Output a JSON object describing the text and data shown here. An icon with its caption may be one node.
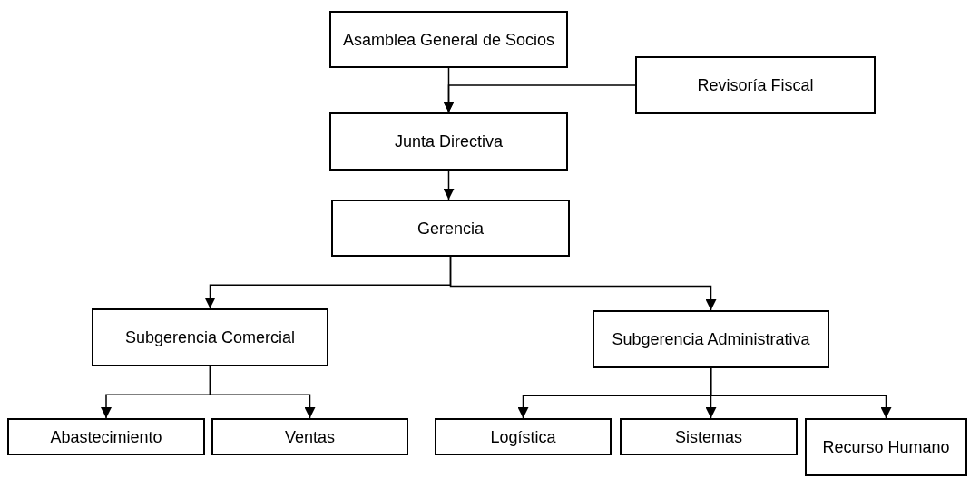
{
  "diagram": {
    "nodes": [
      {
        "text": [
          "Asamblea General de Socios"
        ]
      },
      {
        "text": [
          "Revisoría Fiscal"
        ]
      },
      {
        "text": [
          "Junta Directiva"
        ]
      },
      {
        "text": [
          "Gerencia"
        ]
      },
      {
        "text": [
          "Subgerencia Comercial"
        ]
      },
      {
        "text": [
          "Subgerencia Administrativa"
        ]
      },
      {
        "text": [
          "Abastecimiento"
        ]
      },
      {
        "text": [
          "Ventas"
        ]
      },
      {
        "text": [
          "Logística"
        ]
      },
      {
        "text": [
          "Sistemas"
        ]
      },
      {
        "text": [
          "Recurso Humano"
        ]
      }
    ],
    "edges": [
      {
        "from": 0,
        "to": 2,
        "arrow": "to"
      },
      {
        "from": 1,
        "to": 2,
        "arrow": "to"
      },
      {
        "from": 2,
        "to": 3,
        "arrow": "to"
      },
      {
        "from": 3,
        "to": 4,
        "arrow": "to"
      },
      {
        "from": 3,
        "to": 5,
        "arrow": "to"
      },
      {
        "from": 4,
        "to": 6,
        "arrow": "to"
      },
      {
        "from": 4,
        "to": 7,
        "arrow": "to"
      },
      {
        "from": 5,
        "to": 8,
        "arrow": "to"
      },
      {
        "from": 5,
        "to": 9,
        "arrow": "to"
      },
      {
        "from": 5,
        "to": 10,
        "arrow": "to"
      }
    ]
  }
}
